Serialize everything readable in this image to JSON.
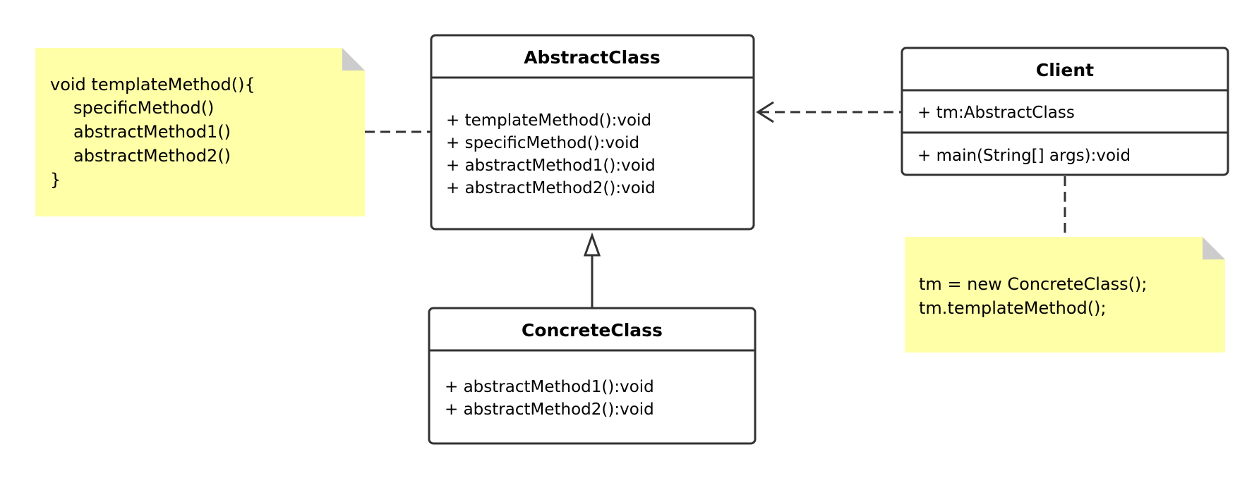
{
  "colors": {
    "background": "#ffffff",
    "stroke": "#333333",
    "text": "#333333",
    "note_fill": "#ffffa8",
    "note_fold": "#cccccc"
  },
  "abstract_class": {
    "name": "AbstractClass",
    "methods": [
      "+ templateMethod():void",
      "+ specificMethod():void",
      "+ abstractMethod1():void",
      "+ abstractMethod2():void"
    ]
  },
  "concrete_class": {
    "name": "ConcreteClass",
    "methods": [
      "+ abstractMethod1():void",
      "+ abstractMethod2():void"
    ]
  },
  "client_class": {
    "name": "Client",
    "attributes": [
      "+ tm:AbstractClass"
    ],
    "methods": [
      "+ main(String[] args):void"
    ]
  },
  "left_note": {
    "lines": [
      "void templateMethod(){",
      "specificMethod()",
      "abstractMethod1()",
      "abstractMethod2()",
      "}"
    ]
  },
  "right_note": {
    "lines": [
      "tm = new ConcreteClass();",
      "tm.templateMethod();"
    ]
  },
  "relationships": [
    {
      "type": "generalization",
      "from": "ConcreteClass",
      "to": "AbstractClass"
    },
    {
      "type": "dependency",
      "from": "Client",
      "to": "AbstractClass"
    },
    {
      "type": "note-anchor",
      "from": "left-note",
      "to": "AbstractClass"
    },
    {
      "type": "note-anchor",
      "from": "right-note",
      "to": "Client"
    }
  ]
}
